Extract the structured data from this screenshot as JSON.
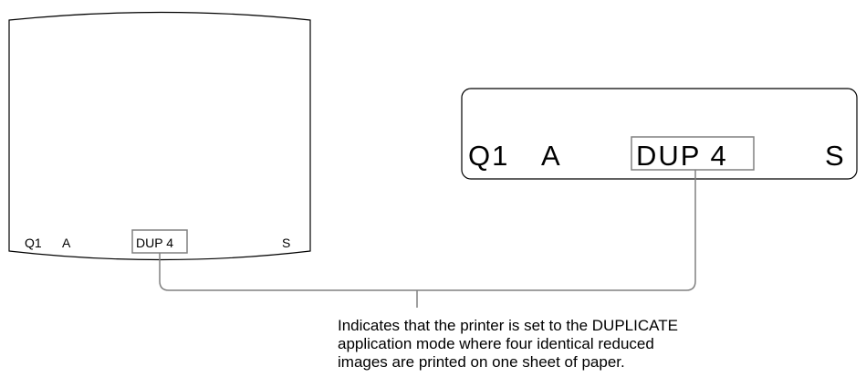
{
  "monitor_screen": {
    "quality": "Q1",
    "channel": "A",
    "mode": "DUP 4",
    "status": "S"
  },
  "printer_display": {
    "quality": "Q1",
    "channel": "A",
    "mode": "DUP 4",
    "status": "S"
  },
  "caption": {
    "line1": "Indicates that the printer is set to the DUPLICATE",
    "line2": "application mode where four identical reduced",
    "line3": "images are printed on one sheet of paper."
  },
  "colors": {
    "outline": "#000000",
    "highlight_box": "#808080",
    "leader_line": "#808080"
  }
}
